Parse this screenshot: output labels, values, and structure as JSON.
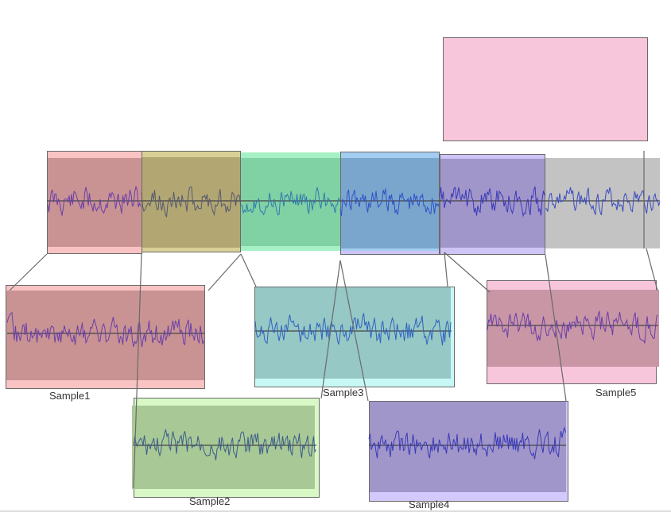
{
  "diagram": {
    "title_box": {
      "color": "#f8c6da"
    },
    "strip": {
      "segments": [
        {
          "name": "segment-1",
          "outer": "#f9c3c3",
          "inner": "#c99393"
        },
        {
          "name": "segment-2",
          "outer": "#d8d095",
          "inner": "#b2a673"
        },
        {
          "name": "segment-3",
          "outer": "#a6f0c5",
          "inner": "#80d1a3"
        },
        {
          "name": "segment-4",
          "outer": "#a3cdf1",
          "inner": "#7aa6cd"
        },
        {
          "name": "segment-5",
          "outer": "#cfc4f6",
          "inner": "#a196c9"
        },
        {
          "name": "segment-6",
          "outer": "#c3c3c3",
          "inner": "#c3c3c3"
        }
      ]
    },
    "samples": [
      {
        "label": "Sample1",
        "outer": "#f9c3c3",
        "inner": "#c99393",
        "wave": "#6a3fa8"
      },
      {
        "label": "Sample2",
        "outer": "#d8f8c6",
        "inner": "#a8c996",
        "wave": "#3d5c8a"
      },
      {
        "label": "Sample3",
        "outer": "#c8f8f5",
        "inner": "#96c8c5",
        "wave": "#2f62c0"
      },
      {
        "label": "Sample4",
        "outer": "#d3c9fb",
        "inner": "#a196c9",
        "wave": "#3a3ab8"
      },
      {
        "label": "Sample5",
        "outer": "#f8c6da",
        "inner": "#c996a6",
        "wave": "#6a3fa8"
      }
    ]
  }
}
